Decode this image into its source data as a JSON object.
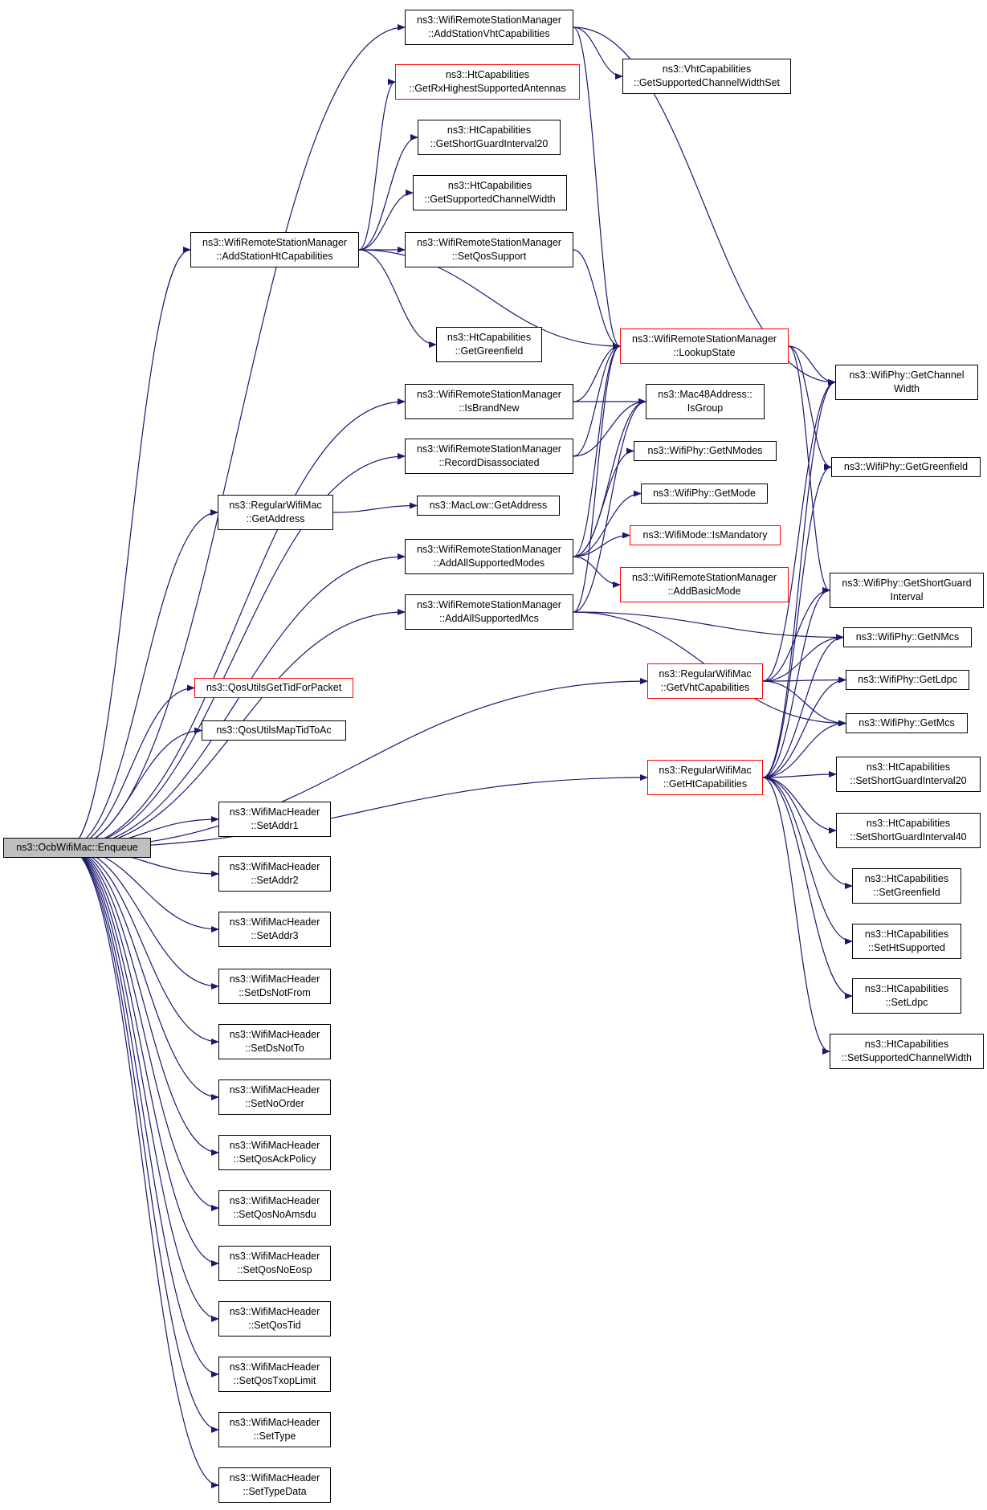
{
  "nodes": [
    {
      "id": "enqueue",
      "lines": [
        "ns3::OcbWifiMac::Enqueue"
      ],
      "style": "root"
    },
    {
      "id": "add-sta-vht",
      "lines": [
        "ns3::WifiRemoteStationManager",
        "::AddStationVhtCapabilities"
      ],
      "style": "normal"
    },
    {
      "id": "vht-chw-set",
      "lines": [
        "ns3::VhtCapabilities",
        "::GetSupportedChannelWidthSet"
      ],
      "style": "normal"
    },
    {
      "id": "ht-rx-ant",
      "lines": [
        "ns3::HtCapabilities",
        "::GetRxHighestSupportedAntennas"
      ],
      "style": "red"
    },
    {
      "id": "ht-sgi20",
      "lines": [
        "ns3::HtCapabilities",
        "::GetShortGuardInterval20"
      ],
      "style": "normal"
    },
    {
      "id": "ht-chw",
      "lines": [
        "ns3::HtCapabilities",
        "::GetSupportedChannelWidth"
      ],
      "style": "normal"
    },
    {
      "id": "add-sta-ht",
      "lines": [
        "ns3::WifiRemoteStationManager",
        "::AddStationHtCapabilities"
      ],
      "style": "normal"
    },
    {
      "id": "set-qos",
      "lines": [
        "ns3::WifiRemoteStationManager",
        "::SetQosSupport"
      ],
      "style": "normal"
    },
    {
      "id": "ht-greenfield",
      "lines": [
        "ns3::HtCapabilities",
        "::GetGreenfield"
      ],
      "style": "normal"
    },
    {
      "id": "lookup-state",
      "lines": [
        "ns3::WifiRemoteStationManager",
        "::LookupState"
      ],
      "style": "red"
    },
    {
      "id": "phy-chw",
      "lines": [
        "ns3::WifiPhy::GetChannel",
        "Width"
      ],
      "style": "normal"
    },
    {
      "id": "is-brand-new",
      "lines": [
        "ns3::WifiRemoteStationManager",
        "::IsBrandNew"
      ],
      "style": "normal"
    },
    {
      "id": "mac48-isgroup",
      "lines": [
        "ns3::Mac48Address::",
        "IsGroup"
      ],
      "style": "normal"
    },
    {
      "id": "record-disassoc",
      "lines": [
        "ns3::WifiRemoteStationManager",
        "::RecordDisassociated"
      ],
      "style": "normal"
    },
    {
      "id": "phy-greenfield",
      "lines": [
        "ns3::WifiPhy::GetGreenfield"
      ],
      "style": "normal"
    },
    {
      "id": "phy-nmodes",
      "lines": [
        "ns3::WifiPhy::GetNModes"
      ],
      "style": "normal"
    },
    {
      "id": "reg-getaddr",
      "lines": [
        "ns3::RegularWifiMac",
        "::GetAddress"
      ],
      "style": "normal"
    },
    {
      "id": "maclow-getaddr",
      "lines": [
        "ns3::MacLow::GetAddress"
      ],
      "style": "normal"
    },
    {
      "id": "phy-getmode",
      "lines": [
        "ns3::WifiPhy::GetMode"
      ],
      "style": "normal"
    },
    {
      "id": "add-all-modes",
      "lines": [
        "ns3::WifiRemoteStationManager",
        "::AddAllSupportedModes"
      ],
      "style": "normal"
    },
    {
      "id": "mode-mandatory",
      "lines": [
        "ns3::WifiMode::IsMandatory"
      ],
      "style": "red"
    },
    {
      "id": "add-basic-mode",
      "lines": [
        "ns3::WifiRemoteStationManager",
        "::AddBasicMode"
      ],
      "style": "red"
    },
    {
      "id": "phy-sgi",
      "lines": [
        "ns3::WifiPhy::GetShortGuard",
        "Interval"
      ],
      "style": "normal"
    },
    {
      "id": "add-all-mcs",
      "lines": [
        "ns3::WifiRemoteStationManager",
        "::AddAllSupportedMcs"
      ],
      "style": "normal"
    },
    {
      "id": "phy-nmcs",
      "lines": [
        "ns3::WifiPhy::GetNMcs"
      ],
      "style": "normal"
    },
    {
      "id": "reg-vht",
      "lines": [
        "ns3::RegularWifiMac",
        "::GetVhtCapabilities"
      ],
      "style": "red"
    },
    {
      "id": "qos-tid-pkt",
      "lines": [
        "ns3::QosUtilsGetTidForPacket"
      ],
      "style": "red"
    },
    {
      "id": "phy-ldpc",
      "lines": [
        "ns3::WifiPhy::GetLdpc"
      ],
      "style": "normal"
    },
    {
      "id": "phy-mcs",
      "lines": [
        "ns3::WifiPhy::GetMcs"
      ],
      "style": "normal"
    },
    {
      "id": "qos-map",
      "lines": [
        "ns3::QosUtilsMapTidToAc"
      ],
      "style": "normal"
    },
    {
      "id": "ht-set-sgi20",
      "lines": [
        "ns3::HtCapabilities",
        "::SetShortGuardInterval20"
      ],
      "style": "normal"
    },
    {
      "id": "reg-ht",
      "lines": [
        "ns3::RegularWifiMac",
        "::GetHtCapabilities"
      ],
      "style": "red"
    },
    {
      "id": "set-addr1",
      "lines": [
        "ns3::WifiMacHeader",
        "::SetAddr1"
      ],
      "style": "normal"
    },
    {
      "id": "ht-set-sgi40",
      "lines": [
        "ns3::HtCapabilities",
        "::SetShortGuardInterval40"
      ],
      "style": "normal"
    },
    {
      "id": "set-addr2",
      "lines": [
        "ns3::WifiMacHeader",
        "::SetAddr2"
      ],
      "style": "normal"
    },
    {
      "id": "ht-set-greenfield",
      "lines": [
        "ns3::HtCapabilities",
        "::SetGreenfield"
      ],
      "style": "normal"
    },
    {
      "id": "set-addr3",
      "lines": [
        "ns3::WifiMacHeader",
        "::SetAddr3"
      ],
      "style": "normal"
    },
    {
      "id": "ht-set-supported",
      "lines": [
        "ns3::HtCapabilities",
        "::SetHtSupported"
      ],
      "style": "normal"
    },
    {
      "id": "set-ds-not-from",
      "lines": [
        "ns3::WifiMacHeader",
        "::SetDsNotFrom"
      ],
      "style": "normal"
    },
    {
      "id": "ht-set-ldpc",
      "lines": [
        "ns3::HtCapabilities",
        "::SetLdpc"
      ],
      "style": "normal"
    },
    {
      "id": "set-ds-not-to",
      "lines": [
        "ns3::WifiMacHeader",
        "::SetDsNotTo"
      ],
      "style": "normal"
    },
    {
      "id": "ht-set-chw",
      "lines": [
        "ns3::HtCapabilities",
        "::SetSupportedChannelWidth"
      ],
      "style": "normal"
    },
    {
      "id": "set-no-order",
      "lines": [
        "ns3::WifiMacHeader",
        "::SetNoOrder"
      ],
      "style": "normal"
    },
    {
      "id": "set-qos-ack",
      "lines": [
        "ns3::WifiMacHeader",
        "::SetQosAckPolicy"
      ],
      "style": "normal"
    },
    {
      "id": "set-qos-noamsdu",
      "lines": [
        "ns3::WifiMacHeader",
        "::SetQosNoAmsdu"
      ],
      "style": "normal"
    },
    {
      "id": "set-qos-noeosp",
      "lines": [
        "ns3::WifiMacHeader",
        "::SetQosNoEosp"
      ],
      "style": "normal"
    },
    {
      "id": "set-qos-tid",
      "lines": [
        "ns3::WifiMacHeader",
        "::SetQosTid"
      ],
      "style": "normal"
    },
    {
      "id": "set-qos-txop",
      "lines": [
        "ns3::WifiMacHeader",
        "::SetQosTxopLimit"
      ],
      "style": "normal"
    },
    {
      "id": "set-type",
      "lines": [
        "ns3::WifiMacHeader",
        "::SetType"
      ],
      "style": "normal"
    },
    {
      "id": "set-type-data",
      "lines": [
        "ns3::WifiMacHeader",
        "::SetTypeData"
      ],
      "style": "normal"
    }
  ],
  "edges": [
    [
      "enqueue",
      "add-sta-vht"
    ],
    [
      "enqueue",
      "add-sta-ht"
    ],
    [
      "enqueue",
      "is-brand-new"
    ],
    [
      "enqueue",
      "record-disassoc"
    ],
    [
      "enqueue",
      "reg-getaddr"
    ],
    [
      "enqueue",
      "add-all-modes"
    ],
    [
      "enqueue",
      "add-all-mcs"
    ],
    [
      "enqueue",
      "reg-vht"
    ],
    [
      "enqueue",
      "qos-tid-pkt"
    ],
    [
      "enqueue",
      "qos-map"
    ],
    [
      "enqueue",
      "reg-ht"
    ],
    [
      "enqueue",
      "set-addr1"
    ],
    [
      "enqueue",
      "set-addr2"
    ],
    [
      "enqueue",
      "set-addr3"
    ],
    [
      "enqueue",
      "set-ds-not-from"
    ],
    [
      "enqueue",
      "set-ds-not-to"
    ],
    [
      "enqueue",
      "set-no-order"
    ],
    [
      "enqueue",
      "set-qos-ack"
    ],
    [
      "enqueue",
      "set-qos-noamsdu"
    ],
    [
      "enqueue",
      "set-qos-noeosp"
    ],
    [
      "enqueue",
      "set-qos-tid"
    ],
    [
      "enqueue",
      "set-qos-txop"
    ],
    [
      "enqueue",
      "set-type"
    ],
    [
      "enqueue",
      "set-type-data"
    ],
    [
      "add-sta-vht",
      "vht-chw-set"
    ],
    [
      "add-sta-vht",
      "lookup-state"
    ],
    [
      "add-sta-vht",
      "phy-chw"
    ],
    [
      "add-sta-ht",
      "ht-rx-ant"
    ],
    [
      "add-sta-ht",
      "ht-sgi20"
    ],
    [
      "add-sta-ht",
      "ht-chw"
    ],
    [
      "add-sta-ht",
      "set-qos"
    ],
    [
      "add-sta-ht",
      "ht-greenfield"
    ],
    [
      "add-sta-ht",
      "lookup-state"
    ],
    [
      "set-qos",
      "lookup-state"
    ],
    [
      "lookup-state",
      "phy-chw"
    ],
    [
      "lookup-state",
      "phy-greenfield"
    ],
    [
      "lookup-state",
      "phy-sgi"
    ],
    [
      "is-brand-new",
      "lookup-state"
    ],
    [
      "is-brand-new",
      "mac48-isgroup"
    ],
    [
      "record-disassoc",
      "lookup-state"
    ],
    [
      "record-disassoc",
      "mac48-isgroup"
    ],
    [
      "reg-getaddr",
      "maclow-getaddr"
    ],
    [
      "add-all-modes",
      "phy-nmodes"
    ],
    [
      "add-all-modes",
      "phy-getmode"
    ],
    [
      "add-all-modes",
      "mode-mandatory"
    ],
    [
      "add-all-modes",
      "add-basic-mode"
    ],
    [
      "add-all-modes",
      "lookup-state"
    ],
    [
      "add-all-modes",
      "mac48-isgroup"
    ],
    [
      "add-all-mcs",
      "lookup-state"
    ],
    [
      "add-all-mcs",
      "mac48-isgroup"
    ],
    [
      "add-all-mcs",
      "phy-nmcs"
    ],
    [
      "add-all-mcs",
      "phy-mcs"
    ],
    [
      "reg-vht",
      "phy-chw"
    ],
    [
      "reg-vht",
      "phy-sgi"
    ],
    [
      "reg-vht",
      "phy-nmcs"
    ],
    [
      "reg-vht",
      "phy-ldpc"
    ],
    [
      "reg-vht",
      "phy-mcs"
    ],
    [
      "reg-ht",
      "phy-chw"
    ],
    [
      "reg-ht",
      "phy-greenfield"
    ],
    [
      "reg-ht",
      "phy-sgi"
    ],
    [
      "reg-ht",
      "phy-nmcs"
    ],
    [
      "reg-ht",
      "phy-ldpc"
    ],
    [
      "reg-ht",
      "phy-mcs"
    ],
    [
      "reg-ht",
      "ht-set-sgi20"
    ],
    [
      "reg-ht",
      "ht-set-sgi40"
    ],
    [
      "reg-ht",
      "ht-set-greenfield"
    ],
    [
      "reg-ht",
      "ht-set-supported"
    ],
    [
      "reg-ht",
      "ht-set-ldpc"
    ],
    [
      "reg-ht",
      "ht-set-chw"
    ]
  ]
}
